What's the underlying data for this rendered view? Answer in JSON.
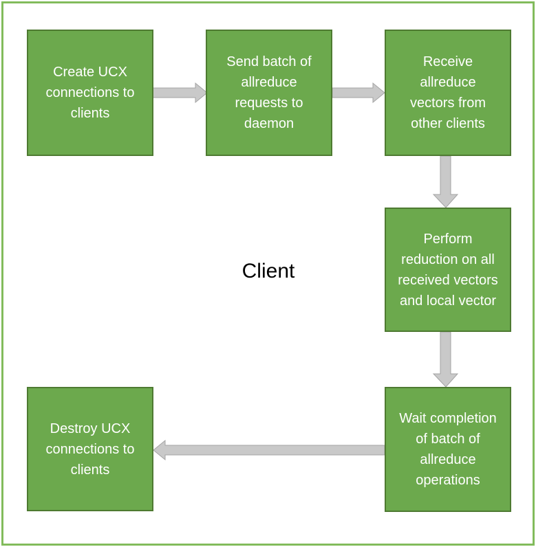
{
  "diagram": {
    "center_label": "Client",
    "nodes": [
      {
        "id": "create-ucx-connections",
        "label": "Create UCX connections to clients"
      },
      {
        "id": "send-batch",
        "label": "Send batch of allreduce requests to daemon"
      },
      {
        "id": "receive-vectors",
        "label": "Receive allreduce vectors from other clients"
      },
      {
        "id": "perform-reduction",
        "label": "Perform reduction on all received vectors and local vector"
      },
      {
        "id": "wait-completion",
        "label": "Wait completion of batch of allreduce operations"
      },
      {
        "id": "destroy-ucx-connections",
        "label": "Destroy UCX connections to clients"
      }
    ],
    "edges": [
      {
        "from": "create-ucx-connections",
        "to": "send-batch",
        "direction": "right"
      },
      {
        "from": "send-batch",
        "to": "receive-vectors",
        "direction": "right"
      },
      {
        "from": "receive-vectors",
        "to": "perform-reduction",
        "direction": "down"
      },
      {
        "from": "perform-reduction",
        "to": "wait-completion",
        "direction": "down"
      },
      {
        "from": "wait-completion",
        "to": "destroy-ucx-connections",
        "direction": "left"
      }
    ],
    "colors": {
      "background": "#ffffff",
      "node_fill": "#6ca94d",
      "node_border": "#4e7a31",
      "node_text": "#ffffff",
      "arrow_fill": "#c9c9c9",
      "arrow_border": "#a3a3a3",
      "page_border": "#82bb5c",
      "center_label_color": "#000000"
    }
  }
}
